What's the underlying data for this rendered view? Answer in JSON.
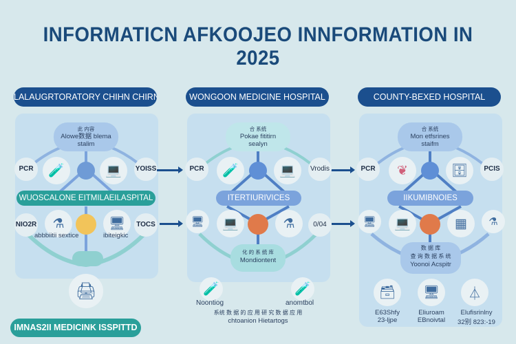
{
  "title": "INFORMATICN AFKOOJEO INNFORMATION IN 2025",
  "columns": [
    {
      "header": "LALAUGRTORATORY CHIHN CHIRN",
      "cloud_cn": "此 内容",
      "cloud": "Alowe数据 blema",
      "cloud_sub": "stalim",
      "top_left": "PCR",
      "top_right": "YOISS",
      "band": "WUOSCALONE EITMILAEILASPITAL",
      "bot_left": "NIO2R",
      "bot_right": "TOCS",
      "sub_left": "abbbiitii sextice",
      "sub_right": "ibiteigkic",
      "footer": "IMNAS2II MEDICINK ISSPITTD"
    },
    {
      "header": "WONGOON MEDICINE HOSPITAL",
      "cloud_cn": "合 系统",
      "cloud": "Pokae fititirn",
      "cloud_sub": "sealyn",
      "top_left": "PCR",
      "top_right": "Vrodis",
      "band": "ITERTIURIVICES",
      "bot_right": "0/04",
      "bcloud_cn": "化 的 系 统 库",
      "bcloud": "Mondiontent",
      "item1": "Noontiog",
      "item2": "anomtbol",
      "caption_cn": "系统 数 据 的 应 用 研 究 数 据 应 用",
      "caption": "chtoanion Hietartogs"
    },
    {
      "header": "COUNTY-BEXED HOSPITAL",
      "cloud_cn": "合 系统",
      "cloud": "Mon etfsrines",
      "cloud_sub": "staifm",
      "top_left": "PCR",
      "top_right": "PCIS",
      "band": "IIKUMIBNOIES",
      "bcloud_cn": "数 据 库",
      "bcloud_cn2": "查 询 数 据 系 统",
      "bcloud": "Yoonoi Acspitr",
      "items": [
        {
          "l1": "E63Shfy",
          "l2": "23-ljpe"
        },
        {
          "l1": "Eliuroam",
          "l2": "EBnoivtal"
        },
        {
          "l1": "Elufisrinlny",
          "l2": "32别 823:-19"
        }
      ]
    }
  ],
  "colors": {
    "navy": "#1b4f8e",
    "teal": "#2a9f9a",
    "blue": "#7ba3dc",
    "orange": "#e07a4a",
    "yellow": "#f2c45a"
  }
}
